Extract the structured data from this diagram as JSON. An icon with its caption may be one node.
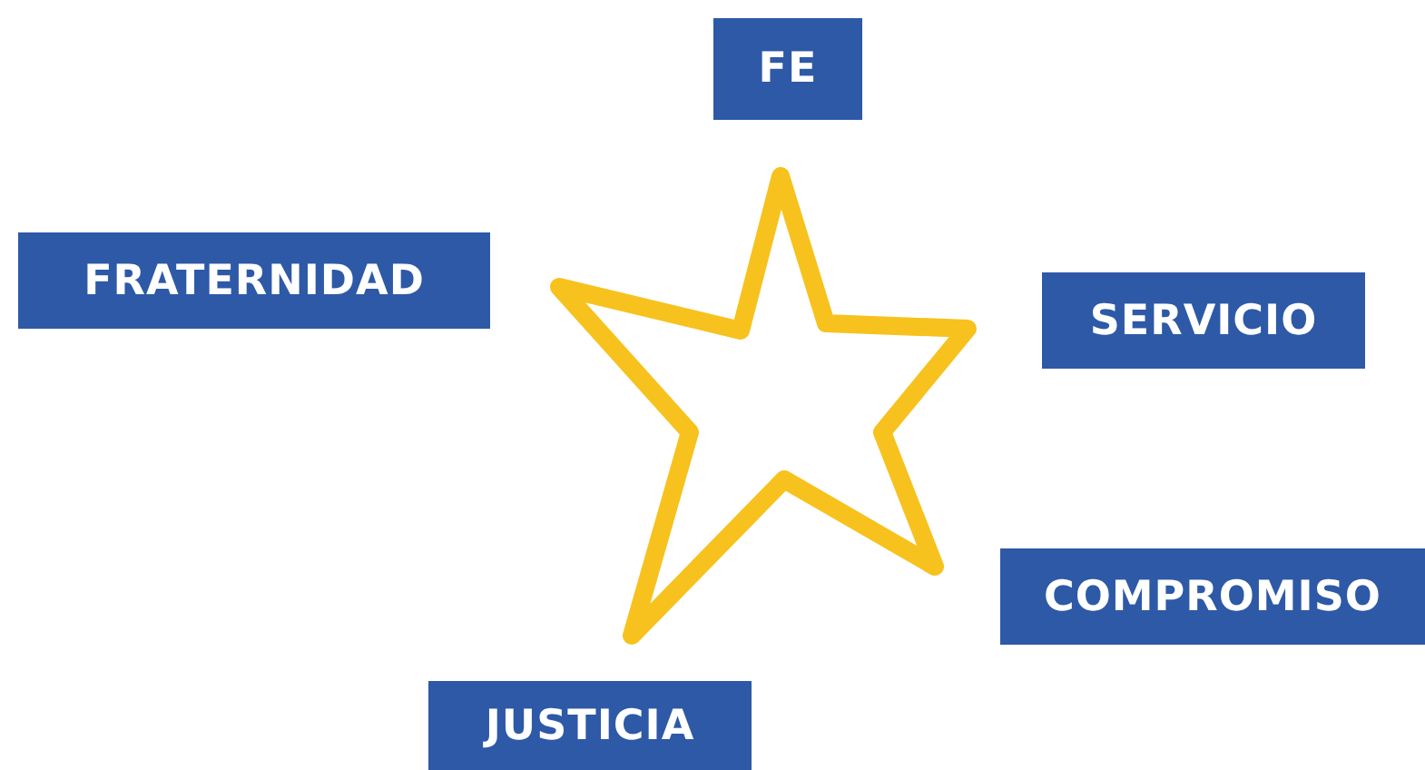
{
  "diagram": {
    "nodes": [
      {
        "text": [
          "FE"
        ]
      },
      {
        "text": [
          "FRATERNIDAD"
        ]
      },
      {
        "text": [
          "SERVICIO"
        ]
      },
      {
        "text": [
          "COMPROMISO"
        ]
      },
      {
        "text": [
          "JUSTICIA"
        ]
      }
    ]
  }
}
